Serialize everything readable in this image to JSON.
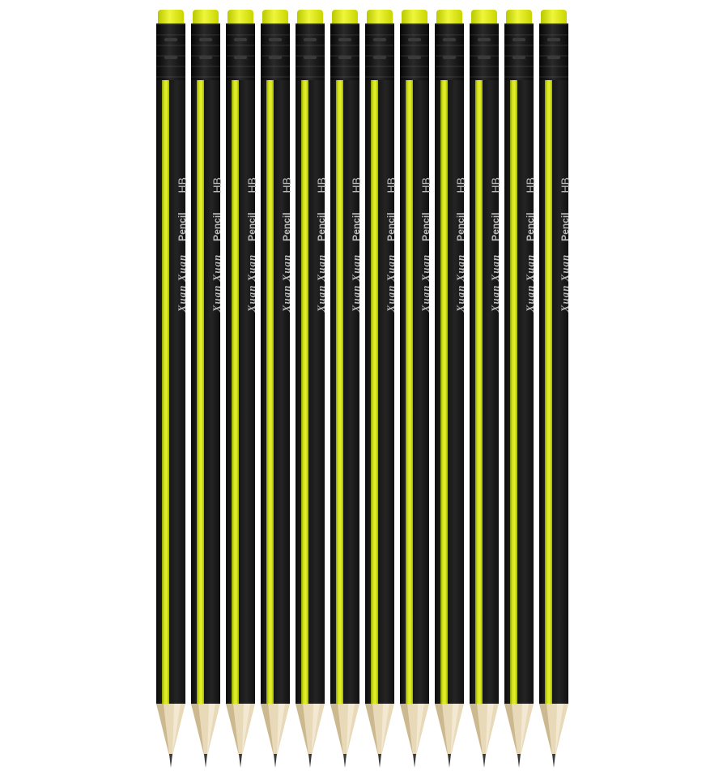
{
  "pencil_set": {
    "brand_script": "Xuan Xuan",
    "product_word": "Pencil",
    "grade": "HB",
    "pencils": [
      {
        "brand_script": "Xuan Xuan",
        "product_word": "Pencil",
        "grade": "HB"
      },
      {
        "brand_script": "Xuan Xuan",
        "product_word": "Pencil",
        "grade": "HB"
      },
      {
        "brand_script": "Xuan Xuan",
        "product_word": "Pencil",
        "grade": "HB"
      },
      {
        "brand_script": "Xuan Xuan",
        "product_word": "Pencil",
        "grade": "HB"
      },
      {
        "brand_script": "Xuan Xuan",
        "product_word": "Pencil",
        "grade": "HB"
      },
      {
        "brand_script": "Xuan Xuan",
        "product_word": "Pencil",
        "grade": "HB"
      },
      {
        "brand_script": "Xuan Xuan",
        "product_word": "Pencil",
        "grade": "HB"
      },
      {
        "brand_script": "Xuan Xuan",
        "product_word": "Pencil",
        "grade": "HB"
      },
      {
        "brand_script": "Xuan Xuan",
        "product_word": "Pencil",
        "grade": "HB"
      },
      {
        "brand_script": "Xuan Xuan",
        "product_word": "Pencil",
        "grade": "HB"
      },
      {
        "brand_script": "Xuan Xuan",
        "product_word": "Pencil",
        "grade": "HB"
      },
      {
        "brand_script": "Xuan Xuan",
        "product_word": "Pencil",
        "grade": "HB"
      }
    ]
  },
  "colors": {
    "background": "#ffffff",
    "barrel": "#141414",
    "stripe": "#d9e61f",
    "eraser": "#e4ee2e",
    "wood": "#e8d9b8",
    "lead": "#3a3a3a",
    "print": "#bcbcbc"
  }
}
